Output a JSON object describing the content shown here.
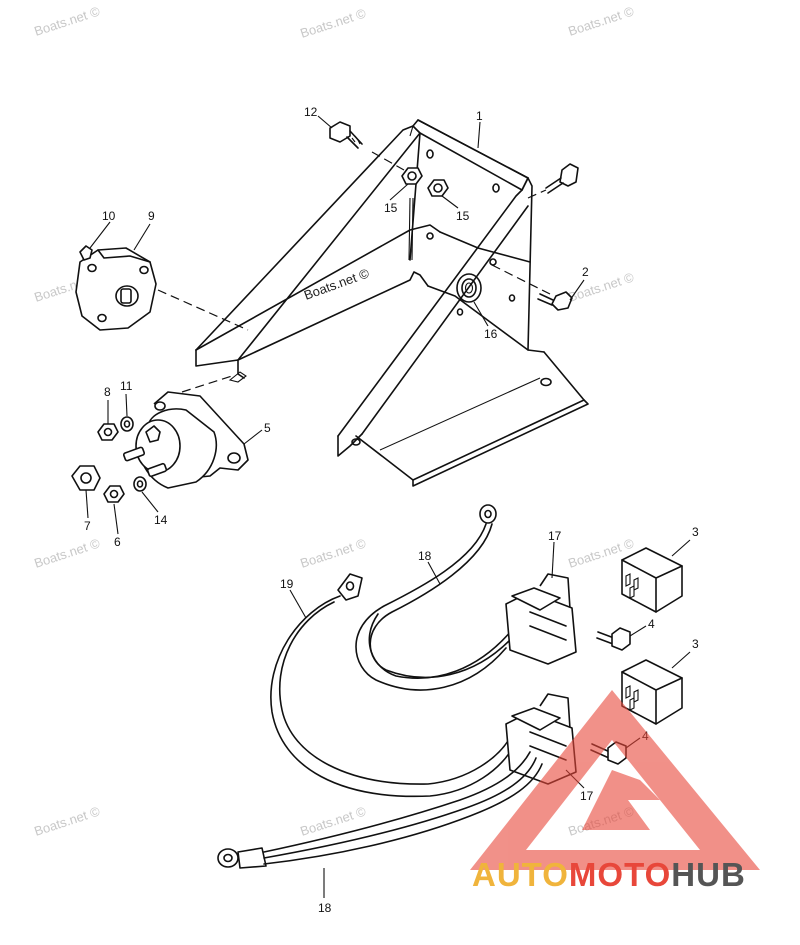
{
  "watermark": {
    "text": "Boats.net ©"
  },
  "callouts": {
    "c1": "1",
    "c2": "2",
    "c3a": "3",
    "c3b": "3",
    "c4a": "4",
    "c4b": "4",
    "c5": "5",
    "c6": "6",
    "c7": "7",
    "c8": "8",
    "c9": "9",
    "c10": "10",
    "c11": "11",
    "c12": "12",
    "c14": "14",
    "c15a": "15",
    "c15b": "15",
    "c16": "16",
    "c17a": "17",
    "c17b": "17",
    "c18a": "18",
    "c18b": "18",
    "c19": "19"
  },
  "logo": {
    "part1": "AUTO",
    "part2": "MOTO",
    "part3": "HUB",
    "colors": {
      "part1": "#f0b43c",
      "part2": "#e8473a",
      "part3": "#555555",
      "triangle": "#e8473a"
    }
  }
}
